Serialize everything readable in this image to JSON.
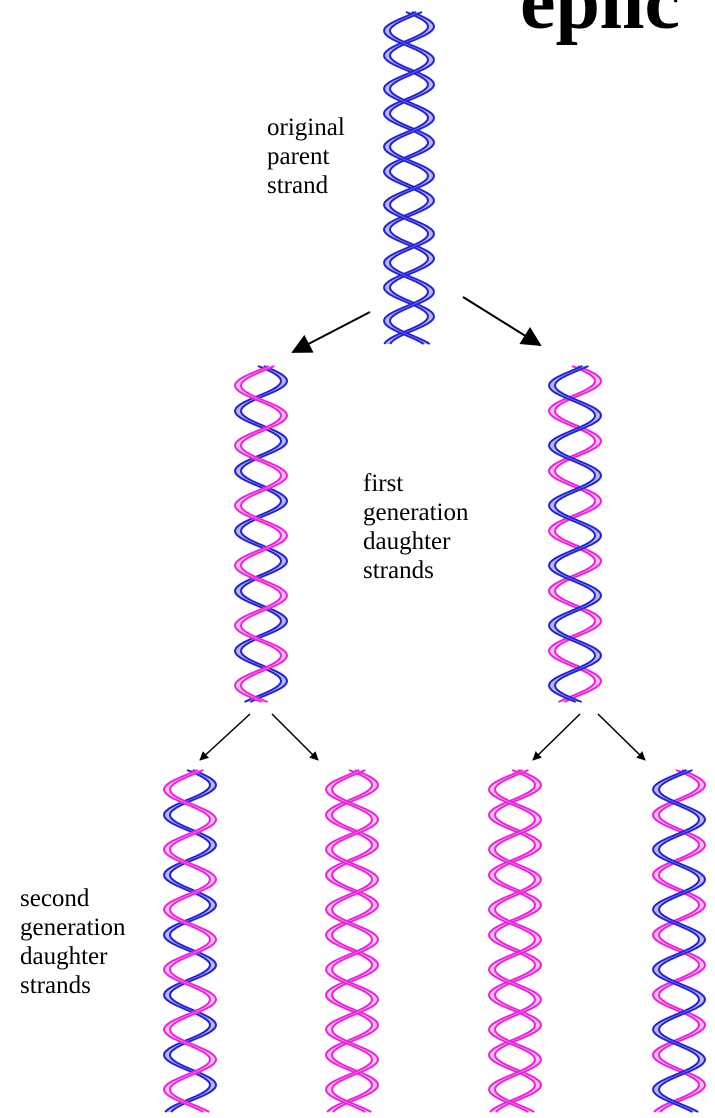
{
  "header_fragment": "eplic",
  "labels": {
    "parent": [
      "original",
      "parent",
      "strand"
    ],
    "first_generation": [
      "first",
      "generation",
      "daughter",
      "strands"
    ],
    "second_generation": [
      "second",
      "generation",
      "daughter",
      "strands"
    ]
  },
  "colors": {
    "original_strand": "#2222dd",
    "original_fill": "#b0b0e8",
    "new_strand": "#ee22dd",
    "new_fill": "#f8b8ee",
    "arrow": "#000000"
  },
  "helices": [
    {
      "name": "parent-helix",
      "strand_a": "original",
      "strand_b": "original"
    },
    {
      "name": "first-gen-helix-left",
      "strand_a": "original",
      "strand_b": "new"
    },
    {
      "name": "first-gen-helix-right",
      "strand_a": "new",
      "strand_b": "original"
    },
    {
      "name": "second-gen-helix-1",
      "strand_a": "original",
      "strand_b": "new"
    },
    {
      "name": "second-gen-helix-2",
      "strand_a": "new",
      "strand_b": "new"
    },
    {
      "name": "second-gen-helix-3",
      "strand_a": "new",
      "strand_b": "new"
    },
    {
      "name": "second-gen-helix-4",
      "strand_a": "new",
      "strand_b": "original"
    }
  ]
}
